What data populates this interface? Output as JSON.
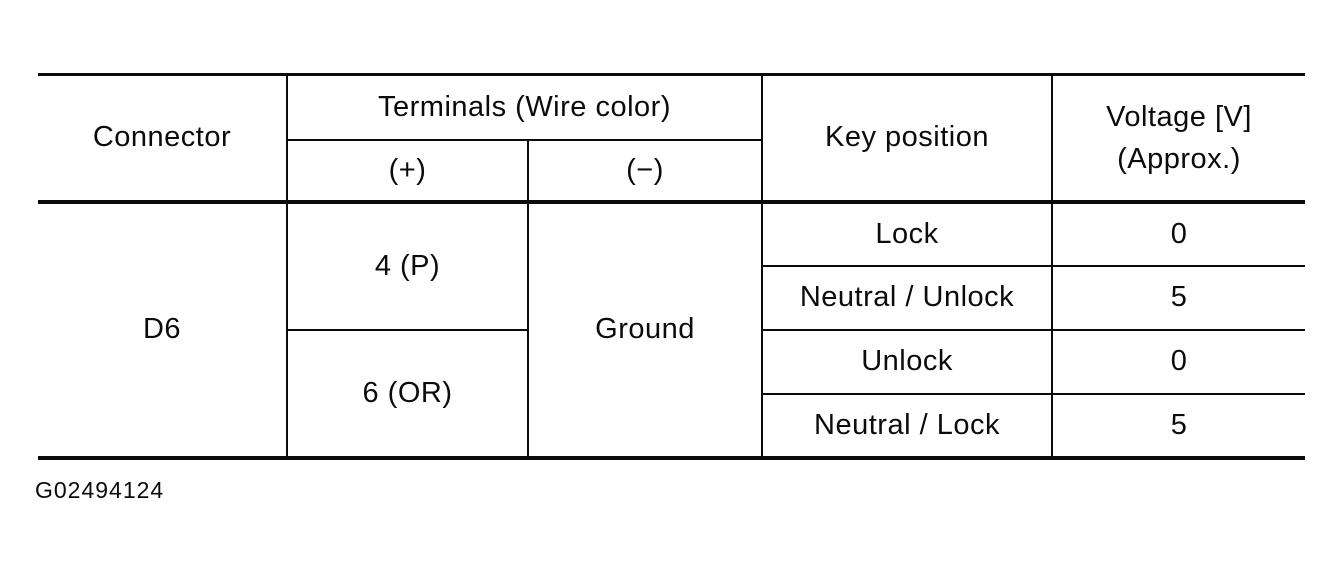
{
  "table": {
    "headers": {
      "connector": "Connector",
      "terminals": "Terminals (Wire color)",
      "plus": "(+)",
      "minus": "(−)",
      "key_position": "Key position",
      "voltage_line1": "Voltage [V]",
      "voltage_line2": "(Approx.)"
    },
    "connector": "D6",
    "terminal_minus": "Ground",
    "terminal_groups": [
      {
        "terminal_plus": "4 (P)",
        "rows": [
          {
            "key_position": "Lock",
            "voltage": "0"
          },
          {
            "key_position": "Neutral / Unlock",
            "voltage": "5"
          }
        ]
      },
      {
        "terminal_plus": "6 (OR)",
        "rows": [
          {
            "key_position": "Unlock",
            "voltage": "0"
          },
          {
            "key_position": "Neutral / Lock",
            "voltage": "5"
          }
        ]
      }
    ]
  },
  "caption": "G02494124"
}
